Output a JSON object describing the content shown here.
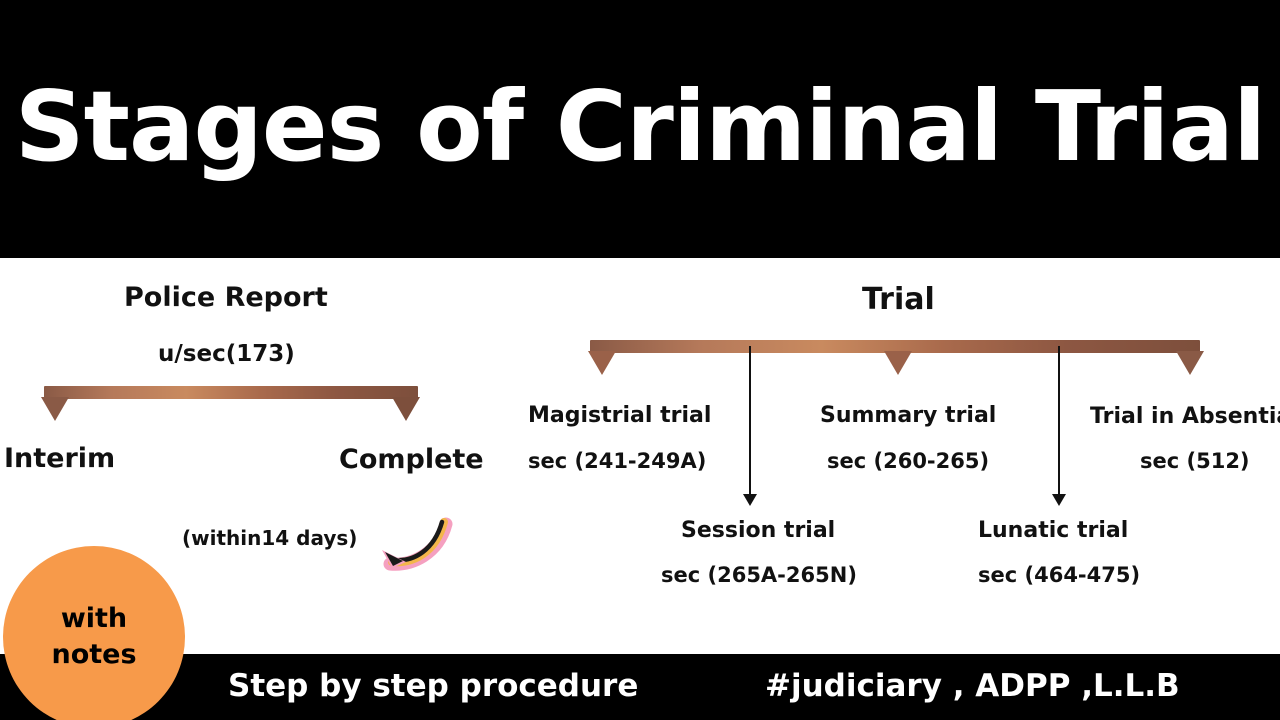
{
  "title": "Stages of Criminal Trial",
  "badge": {
    "line1": "with",
    "line2": "notes"
  },
  "footer": {
    "left": "Step by step procedure",
    "right": "#judiciary , ADPP ,L.L.B"
  },
  "diagram": {
    "left_group": {
      "heading": "Police Report",
      "section": "u/sec(173)",
      "branch_left": "Interim",
      "branch_right": "Complete",
      "note": "(within14 days)"
    },
    "right_group": {
      "heading": "Trial",
      "nodes": [
        {
          "label": "Magistrial trial",
          "section": "sec (241-249A)"
        },
        {
          "label": "Summary trial",
          "section": "sec (260-265)"
        },
        {
          "label": "Trial in Absentia",
          "section": "sec (512)"
        },
        {
          "label": "Session trial",
          "section": "sec (265A-265N)"
        },
        {
          "label": "Lunatic trial",
          "section": "sec (464-475)"
        }
      ]
    }
  },
  "colors": {
    "background": "#000000",
    "board": "#ffffff",
    "arrow": "#a96a4c",
    "badge": "#f79a4a",
    "text": "#111111"
  }
}
